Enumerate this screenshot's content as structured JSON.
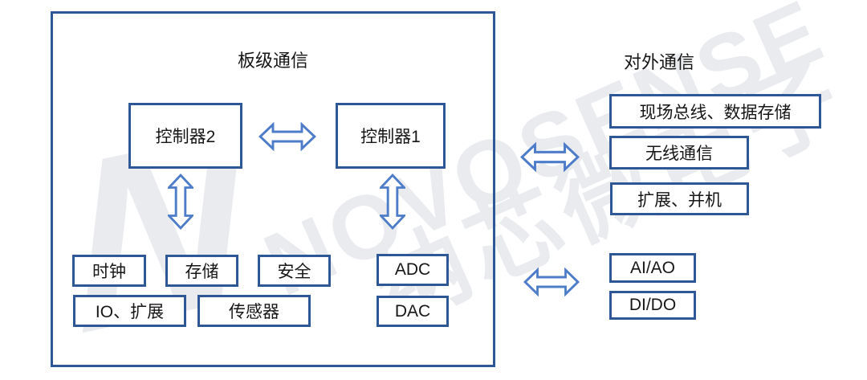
{
  "watermark": {
    "logo_letter": "N",
    "brand": "NOVOSENSE",
    "brand_cn": "纳芯微电子"
  },
  "board": {
    "title": "板级通信",
    "controller2": "控制器2",
    "controller1": "控制器1",
    "peripherals": {
      "clock": "时钟",
      "storage": "存储",
      "security": "安全",
      "adc": "ADC",
      "io_expand": "IO、扩展",
      "sensor": "传感器",
      "dac": "DAC"
    }
  },
  "external": {
    "title": "对外通信",
    "comm": {
      "fieldbus_storage": "现场总线、数据存储",
      "wireless": "无线通信",
      "expand_parallel": "扩展、并机"
    },
    "io": {
      "ai_ao": "AI/AO",
      "di_do": "DI/DO"
    }
  },
  "colors": {
    "box_border": "#2e5795",
    "arrow_outline": "#4d7cc9",
    "watermark": "#e9ebee",
    "text": "#161616",
    "background": "#ffffff"
  }
}
